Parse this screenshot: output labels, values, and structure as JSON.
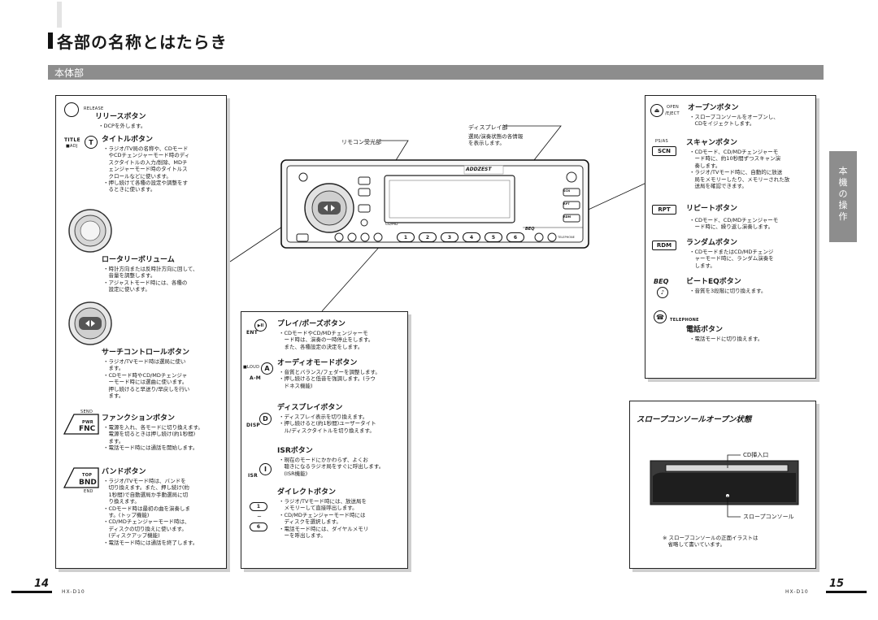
{
  "page_title": "各部の名称とはたらき",
  "section": "本体部",
  "side_tab": [
    "本",
    "機",
    "の",
    "操",
    "作"
  ],
  "left_box": {
    "release": {
      "icon_label": "RELEASE",
      "title": "リリースボタン",
      "desc": "・DCPを外します。"
    },
    "title_btn": {
      "icon_top": "TITLE",
      "icon_bottom": "■ADJ",
      "glyph": "T",
      "title": "タイトルボタン",
      "desc": "・ラジオ/TV局の名称や、CDモード\n　やCDチェンジャーモード時のディ\n　スクタイトルの入力/削除、MDチ\n　ェンジャーモード時のタイトルス\n　クロールなどに使います。\n・押し続けて各種の設定や調整をす\n　るときに使います。"
    },
    "rotary": {
      "title": "ロータリーボリューム",
      "desc": "・時計方向または反時計方向に回して、\n　音量を調整します。\n・アジャストモード時には、各種の\n　設定に使います。"
    },
    "search": {
      "title": "サーチコントロールボタン",
      "desc": "・ラジオ/TVモード時は選局に使い\n　ます。\n・CDモード時やCD/MDチェンジャ\n　ーモード時には選曲に使います。\n　押し続けると早送り/早戻しを行い\n　ます。"
    },
    "fnc": {
      "icon_top": "SEND",
      "icon_mid": "PWR",
      "icon_main": "FNC",
      "title": "ファンクションボタン",
      "desc": "・電源を入れ、各モードに切り換えます。\n　電源を切るときは押し続け(約1秒間)\n　ます。\n・電話モード時には通話を開始します。"
    },
    "bnd": {
      "icon_mid": "TOP",
      "icon_main": "BND",
      "icon_bottom": "END",
      "title": "バンドボタン",
      "desc": "・ラジオ/TVモード時は、バンドを\n　切り換えます。また、押し続け(約\n　1秒間)で自動選局か手動選局に切\n　り換えます。\n・CDモード時は最初の曲を演奏しま\n　す。(トップ機能)\n・CD/MDチェンジャーモード時は、\n　ディスクの切り換えに使います。\n　(ディスクアップ機能)\n・電話モード時には通話を終了します。"
    }
  },
  "callouts": {
    "remote": "リモコン受光部",
    "display_title": "ディスプレイ部",
    "display_desc": "選局/演奏状態の各情報\nを表示します。"
  },
  "device": {
    "brand": "ADDZEST",
    "model_tag": "CD/MD",
    "beq": "BEQ",
    "telephone": "TELEPHONE",
    "numbers": [
      "1",
      "2",
      "3",
      "4",
      "5",
      "6"
    ],
    "right_btns": [
      "SCN",
      "RPT",
      "RDM"
    ]
  },
  "middle_box": {
    "play": {
      "icon_label": "ENT",
      "glyph": "▶II",
      "title": "プレイ/ポーズボタン",
      "desc": "・CDモードやCD/MDチェンジャーモ\n　ード時は、演奏の一時停止をします。\n　また、各種設定の決定をします。"
    },
    "audio": {
      "icon_top": "■LOUD",
      "icon_bottom": "A-M",
      "glyph": "A",
      "title": "オーディオモードボタン",
      "desc": "・音質とバランス/フェダーを調整します。\n・押し続けると低音を強調します。(ラウ\n　ドネス機能)"
    },
    "disp": {
      "icon_label": "DISP",
      "glyph": "D",
      "title": "ディスプレイボタン",
      "desc": "・ディスプレイ表示を切り換えます。\n・押し続けると(約1秒間)ユーザータイト\n　ル/ディスクタイトルを切り換えます。"
    },
    "isr": {
      "icon_label": "ISR",
      "glyph": "I",
      "title": "ISRボタン",
      "desc": "・現在のモードにかかわらず、よくお\n　聴きになるラジオ局をすぐに呼出します。\n　(ISR機能)"
    },
    "direct": {
      "glyph_top": "1",
      "glyph_sep": "~",
      "glyph_bottom": "6",
      "title": "ダイレクトボタン",
      "desc": "・ラジオ/TVモード時には、放送局を\n　メモリーして直接呼出します。\n・CD/MDチェンジャーモード時には\n　ディスクを選択します。\n・電話モード時には、ダイヤルメモリ\n　ーを呼出します。"
    }
  },
  "right_box": {
    "open": {
      "icon_top": "OPEN",
      "icon_bottom": "/EJECT",
      "glyph": "⏏",
      "title": "オープンボタン",
      "desc": "・スロープコンソールをオープンし、\n　CDをイジェクトします。"
    },
    "scan": {
      "icon_top": "PS/AS",
      "icon_main": "SCN",
      "title": "スキャンボタン",
      "desc": "・CDモード、CD/MDチェンジャーモ\n　ード時に、約10秒間ずつスキャン演\n　奏します。\n・ラジオ/TVモード時に、自動的に放送\n　局をメモリーしたり、メモリーされた放\n　送局を確認できます。"
    },
    "rpt": {
      "icon_main": "RPT",
      "title": "リピートボタン",
      "desc": "・CDモード、CD/MDチェンジャーモ\n　ード時に、繰り返し演奏します。"
    },
    "rdm": {
      "icon_main": "RDM",
      "title": "ランダムボタン",
      "desc": "・CDモードまたはCD/MDチェンジ\n　ャーモード時に、ランダム演奏を\n　します。"
    },
    "beq": {
      "icon_label": "BEQ",
      "glyph": "♪",
      "title": "ビートEQボタン",
      "desc": "・音質を3段階に切り換えます。"
    },
    "tel": {
      "icon_label": "TELEPHONE",
      "glyph": "☎",
      "title": "電話ボタン",
      "desc": "・電話モードに切り換えます。"
    }
  },
  "slope_box": {
    "title": "スロープコンソールオープン状態",
    "cd_slot": "CD挿入口",
    "console": "スロープコンソール",
    "note": "※ スロープコンソールの正面イラストは\n　省略して書いています。"
  },
  "footer": {
    "page_left": "14",
    "page_right": "15",
    "model_left": "HX-D10",
    "model_right": "HX-D10"
  }
}
